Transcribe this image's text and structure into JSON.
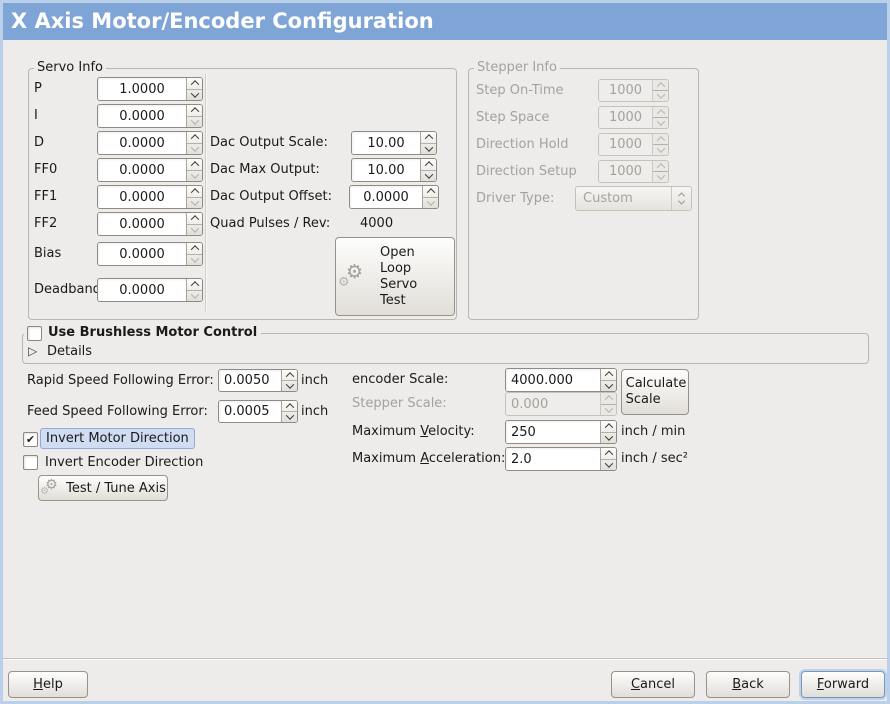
{
  "colors": {
    "titlebar_blue": "#7fa5d6",
    "focus_highlight": "#cfdcf1",
    "window_border": "#bacfe9"
  },
  "icons": {
    "gears": "⚙",
    "expander_arrow": "▷",
    "checkmark": "✔"
  },
  "window": {
    "title": "X Axis Motor/Encoder Configuration"
  },
  "servo_info": {
    "legend": "Servo Info",
    "pid_rows": [
      {
        "label": "P",
        "value": "1.0000"
      },
      {
        "label": "I",
        "value": "0.0000"
      },
      {
        "label": "D",
        "value": "0.0000"
      },
      {
        "label": "FF0",
        "value": "0.0000"
      },
      {
        "label": "FF1",
        "value": "0.0000"
      },
      {
        "label": "FF2",
        "value": "0.0000"
      },
      {
        "label": "Bias",
        "value": "0.0000"
      },
      {
        "label": "Deadband",
        "value": "0.0000"
      }
    ],
    "dac_rows": [
      {
        "label": "Dac Output Scale:",
        "value": "10.00"
      },
      {
        "label": "Dac Max Output:",
        "value": "10.00"
      },
      {
        "label": "Dac Output Offset:",
        "value": "0.0000"
      }
    ],
    "quad": {
      "label": "Quad Pulses / Rev:",
      "value": "4000"
    },
    "open_loop_button_label": "Open\nLoop\nServo\nTest"
  },
  "stepper_info": {
    "legend": "Stepper Info",
    "rows": [
      {
        "label": "Step On-Time",
        "value": "1000"
      },
      {
        "label": "Step Space",
        "value": "1000"
      },
      {
        "label": "Direction Hold",
        "value": "1000"
      },
      {
        "label": "Direction Setup",
        "value": "1000"
      }
    ],
    "driver_type": {
      "label": "Driver Type:",
      "value": "Custom"
    }
  },
  "brushless": {
    "label": "Use Brushless Motor Control",
    "checked": false,
    "details_label": "Details"
  },
  "following_error": {
    "rapid": {
      "label": "Rapid Speed Following Error:",
      "value": "0.0050",
      "unit": "inch"
    },
    "feed": {
      "label": "Feed Speed Following Error:",
      "value": "0.0005",
      "unit": "inch"
    }
  },
  "scale": {
    "encoder": {
      "label": "encoder Scale:",
      "value": "4000.000"
    },
    "stepper": {
      "label": "Stepper Scale:",
      "value": "0.000"
    },
    "calculate_button_label": "Calculate\nScale",
    "velocity": {
      "label_pre": "Maximum ",
      "label_u": "V",
      "label_post": "elocity:",
      "value": "250",
      "unit": "inch / min"
    },
    "acceleration": {
      "label_pre": "Maximum ",
      "label_u": "A",
      "label_post": "cceleration:",
      "value": "2.0",
      "unit": "inch / sec²"
    }
  },
  "direction": {
    "invert_motor": {
      "label": "Invert Motor Direction",
      "checked": true
    },
    "invert_encoder": {
      "label": "Invert Encoder Direction",
      "checked": false
    }
  },
  "test_tune_button_label": "Test / Tune Axis",
  "footer": {
    "help": {
      "u": "H",
      "rest": "elp"
    },
    "cancel": {
      "u": "C",
      "rest": "ancel"
    },
    "back": {
      "u": "B",
      "rest": "ack"
    },
    "forward": {
      "u": "F",
      "rest": "orward"
    }
  }
}
